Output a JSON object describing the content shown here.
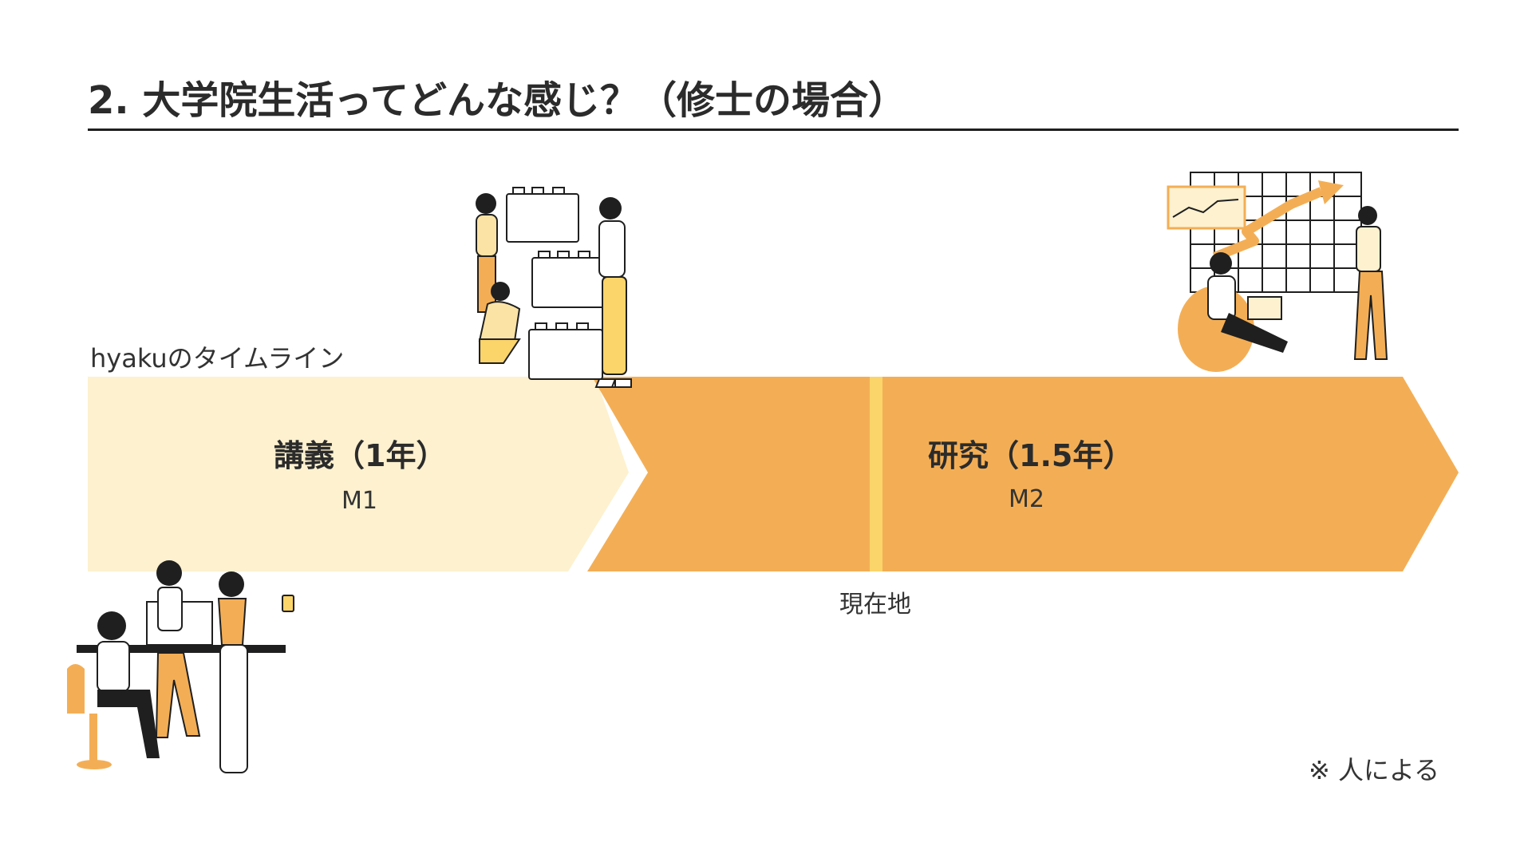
{
  "slide": {
    "title": "2. 大学院生活ってどんな感じ？（修士の場合）",
    "timeline_label": "hyakuのタイムライン",
    "note": "※ 人による"
  },
  "timeline": {
    "phases": [
      {
        "title": "講義（1年）",
        "sub": "M1",
        "color": "#fdf1cf"
      },
      {
        "title": "研究（1.5年）",
        "sub": "M2",
        "color": "#f3ae55"
      }
    ],
    "current_marker": {
      "label": "現在地",
      "color": "#fbd46a"
    }
  },
  "colors": {
    "accent_orange": "#f3ae55",
    "light_yellow": "#fdf1cf",
    "marker_yellow": "#fbd46a",
    "ink": "#1f1f1f"
  },
  "illustrations": [
    {
      "icon": "people-stacking-blocks-icon"
    },
    {
      "icon": "people-analyzing-growth-chart-icon"
    },
    {
      "icon": "people-at-computer-desk-icon"
    }
  ]
}
